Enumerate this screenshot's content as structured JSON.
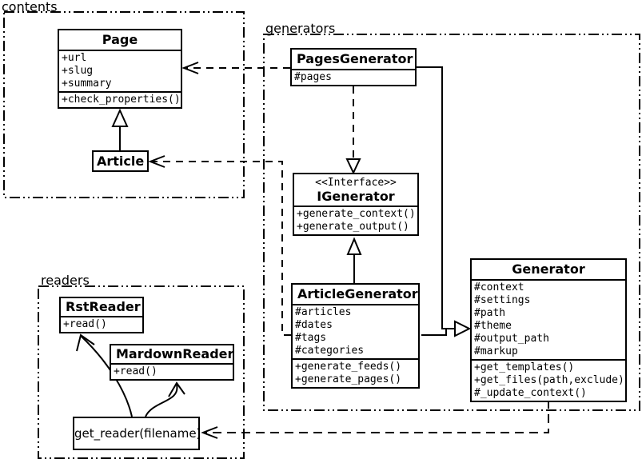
{
  "packages": {
    "contents": {
      "label": "contents"
    },
    "generators": {
      "label": "generators"
    },
    "readers": {
      "label": "readers"
    }
  },
  "classes": {
    "page": {
      "name": "Page",
      "attributes": [
        "+url",
        "+slug",
        "+summary"
      ],
      "methods": [
        "+check_properties()"
      ]
    },
    "article": {
      "name": "Article"
    },
    "pages_generator": {
      "name": "PagesGenerator",
      "attributes": [
        "#pages"
      ]
    },
    "igenerator": {
      "stereotype": "<<Interface>>",
      "name": "IGenerator",
      "methods": [
        "+generate_context()",
        "+generate_output()"
      ]
    },
    "article_generator": {
      "name": "ArticleGenerator",
      "attributes": [
        "#articles",
        "#dates",
        "#tags",
        "#categories"
      ],
      "methods": [
        "+generate_feeds()",
        "+generate_pages()"
      ]
    },
    "generator": {
      "name": "Generator",
      "attributes": [
        "#context",
        "#settings",
        "#path",
        "#theme",
        "#output_path",
        "#markup"
      ],
      "methods": [
        "+get_templates()",
        "+get_files(path,exclude)",
        "#_update_context()"
      ]
    },
    "rst_reader": {
      "name": "RstReader",
      "methods": [
        "+read()"
      ]
    },
    "mardown_reader": {
      "name": "MardownReader",
      "methods": [
        "+read()"
      ]
    },
    "get_reader": {
      "name": "get_reader(filename)"
    }
  },
  "colors": {
    "line": "#000000",
    "background": "#ffffff",
    "box_fill": "#ffffff"
  }
}
